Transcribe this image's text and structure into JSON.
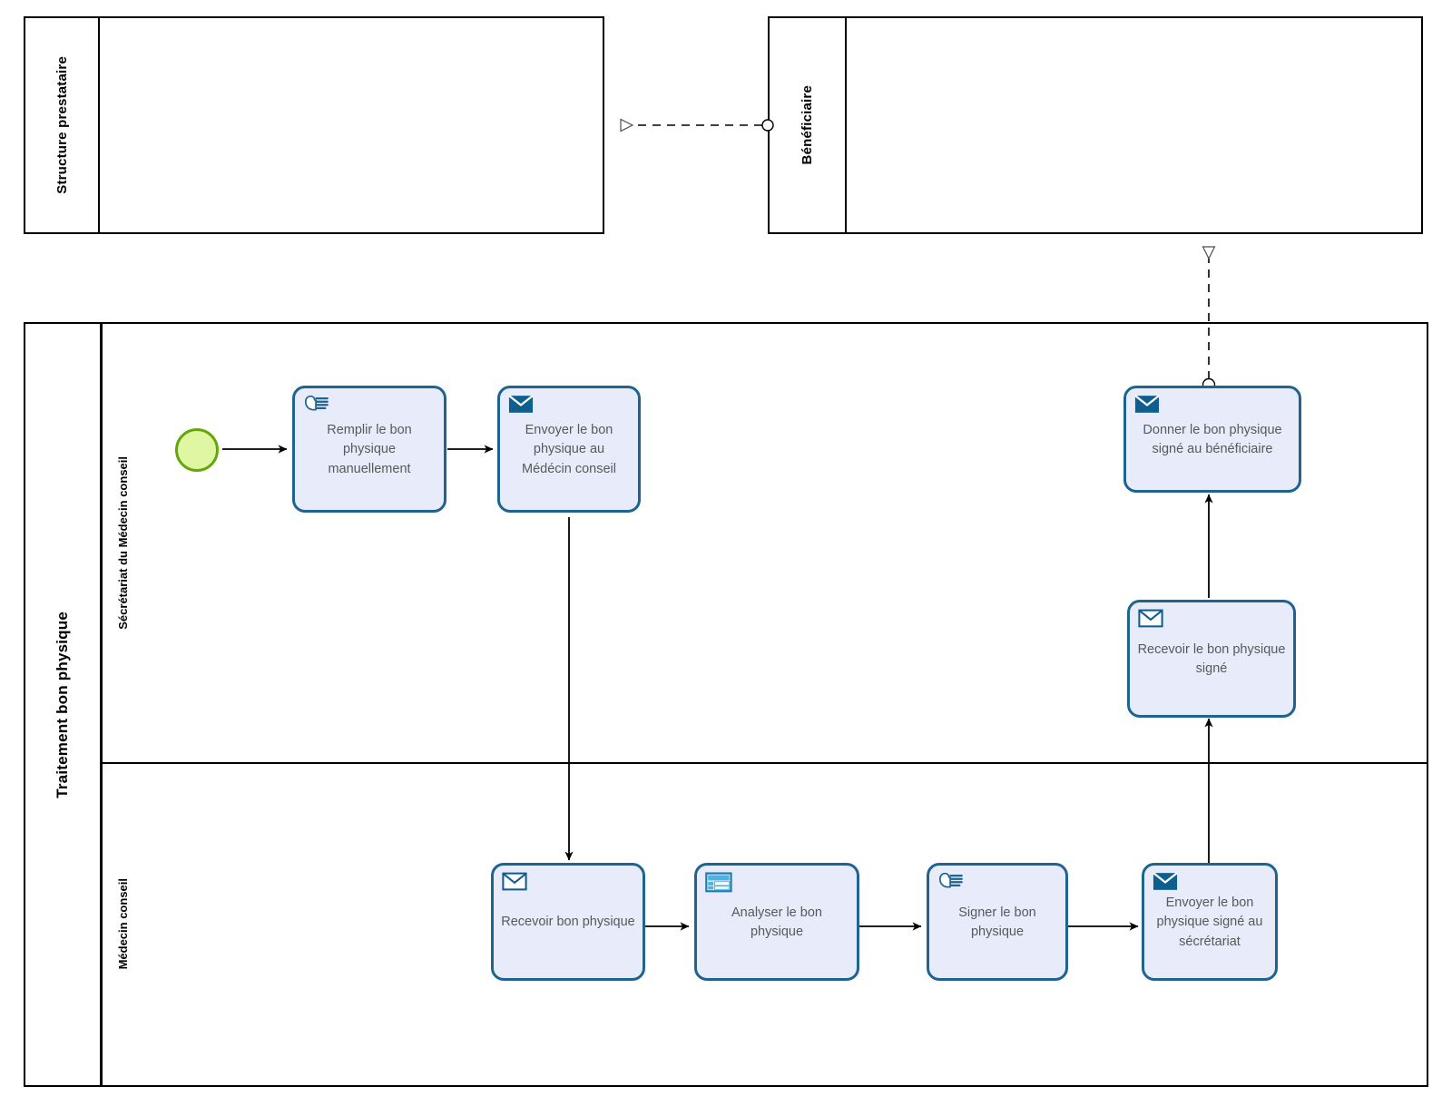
{
  "diagram": {
    "type": "bpmn-collaboration",
    "title": "Traitement bon physique",
    "colors": {
      "task_border": "#1F6391",
      "task_fill": "#E8ECFA",
      "task_text": "#57595B",
      "start_event_fill": "#DFF7A3",
      "start_event_border": "#63A70A",
      "pool_border": "#000000",
      "flow_stroke": "#000000",
      "business_rule_icon": "#4DA6D9"
    }
  },
  "pools": [
    {
      "id": "structure-prestataire",
      "label": "Structure prestataire",
      "collapsed": true
    },
    {
      "id": "beneficiaire",
      "label": "Bénéficiaire",
      "collapsed": true
    },
    {
      "id": "traitement-bon-physique",
      "label": "Traitement bon physique",
      "collapsed": false
    }
  ],
  "lanes": [
    {
      "id": "secretariat",
      "label": "Sécrétariat du Médecin conseil"
    },
    {
      "id": "medecin-conseil",
      "label": "Médecin conseil"
    }
  ],
  "events": [
    {
      "id": "start-event",
      "type": "start-event-none",
      "lane": "secretariat",
      "label": ""
    }
  ],
  "tasks": [
    {
      "id": "remplir-bon",
      "label": "Remplir le bon physique manuellement",
      "icon": "manual-task-hand-icon",
      "type": "manual",
      "lane": "secretariat"
    },
    {
      "id": "envoyer-bon-medecin",
      "label": "Envoyer le bon physique au Médécin conseil",
      "icon": "send-task-envelope-icon",
      "type": "send",
      "lane": "secretariat"
    },
    {
      "id": "donner-bon-signe",
      "label": "Donner le bon physique signé au bénéficiaire",
      "icon": "send-task-envelope-icon",
      "type": "send",
      "lane": "secretariat"
    },
    {
      "id": "recevoir-bon-signe",
      "label": "Recevoir le bon physique signé",
      "icon": "receive-task-envelope-icon",
      "type": "receive",
      "lane": "secretariat"
    },
    {
      "id": "recevoir-bon",
      "label": "Recevoir bon physique",
      "icon": "receive-task-envelope-icon",
      "type": "receive",
      "lane": "medecin-conseil"
    },
    {
      "id": "analyser-bon",
      "label": "Analyser le bon physique",
      "icon": "business-rule-task-table-icon",
      "type": "business-rule",
      "lane": "medecin-conseil"
    },
    {
      "id": "signer-bon",
      "label": "Signer le bon physique",
      "icon": "manual-task-hand-icon",
      "type": "manual",
      "lane": "medecin-conseil"
    },
    {
      "id": "envoyer-bon-signe-secretariat",
      "label": "Envoyer le bon physique signé au sécrétariat",
      "icon": "send-task-envelope-icon",
      "type": "send",
      "lane": "medecin-conseil"
    }
  ],
  "sequence_flows": [
    {
      "from": "start-event",
      "to": "remplir-bon"
    },
    {
      "from": "remplir-bon",
      "to": "envoyer-bon-medecin"
    },
    {
      "from": "envoyer-bon-medecin",
      "to": "recevoir-bon"
    },
    {
      "from": "recevoir-bon",
      "to": "analyser-bon"
    },
    {
      "from": "analyser-bon",
      "to": "signer-bon"
    },
    {
      "from": "signer-bon",
      "to": "envoyer-bon-signe-secretariat"
    },
    {
      "from": "envoyer-bon-signe-secretariat",
      "to": "recevoir-bon-signe"
    },
    {
      "from": "recevoir-bon-signe",
      "to": "donner-bon-signe"
    }
  ],
  "message_flows": [
    {
      "from": "beneficiaire",
      "to": "structure-prestataire",
      "style": "dashed"
    },
    {
      "from": "donner-bon-signe",
      "to": "beneficiaire",
      "style": "dashed"
    }
  ]
}
